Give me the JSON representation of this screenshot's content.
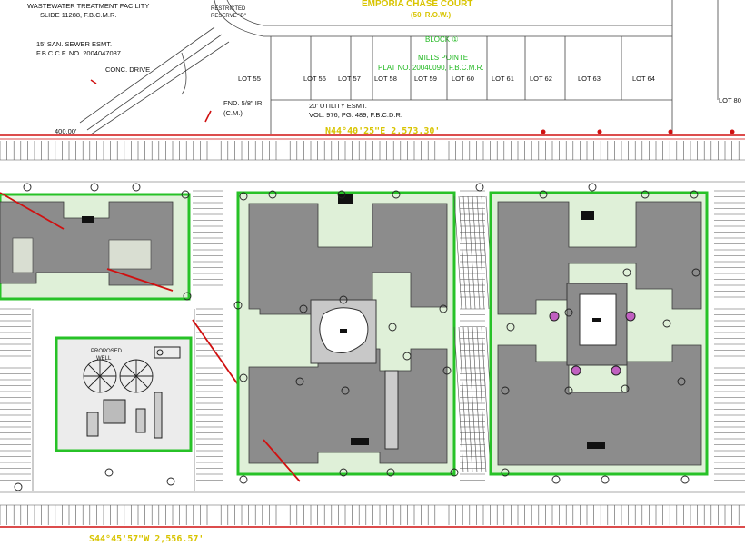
{
  "labels": {
    "wastewater": "WASTEWATER TREATMENT FACILITY",
    "slide": "SLIDE 11288, F.B.C.M.R.",
    "restricted_1": "RESTRICTED",
    "restricted_2": "RESERVE \"D\"",
    "emporia": "EMPORIA CHASE COURT",
    "row": "(50' R.O.W.)",
    "block": "BLOCK ①",
    "mills_pointe": "MILLS POINTE",
    "plat_no": "PLAT NO. 20040090, F.B.C.M.R.",
    "san_sewer": "15' SAN. SEWER ESMT.",
    "fbccf": "F.B.C.C.F. NO. 2004047087",
    "conc_drive": "CONC. DRIVE",
    "fnd_ir": "FND. 5/8\" IR",
    "cm": "(C.M.)",
    "utility_esmt": "20' UTILITY ESMT.",
    "vol": "VOL. 976, PG. 489, F.B.C.D.R.",
    "dist_400": "400.00'",
    "bearing_north": "N44°40'25\"E  2,573.30'",
    "bearing_south": "S44°45'57\"W  2,556.57'",
    "proposed_1": "PROPOSED",
    "proposed_2": "WELL"
  },
  "lots": [
    "LOT 55",
    "LOT 56",
    "LOT 57",
    "LOT 58",
    "LOT 59",
    "LOT 60",
    "LOT 61",
    "LOT 62",
    "LOT 63",
    "LOT 64",
    "LOT 80"
  ],
  "colors": {
    "landscape_green": "#27c227",
    "boundary_red": "#d01010",
    "bearing_yellow": "#d8c400",
    "building_gray": "#8c8c8c"
  }
}
